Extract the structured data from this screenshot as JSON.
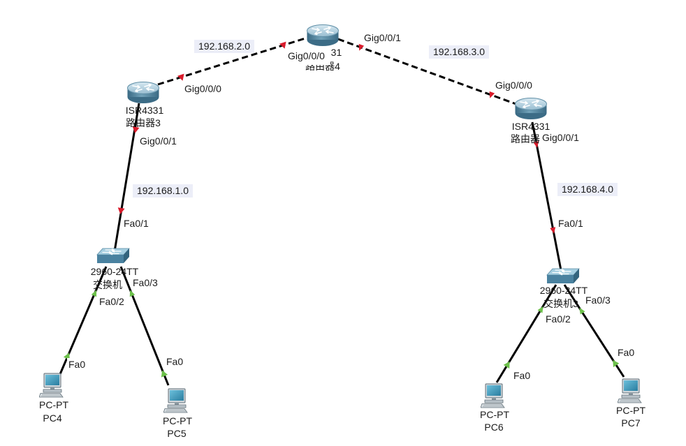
{
  "colors": {
    "canvas": "#ffffff",
    "cable": "#000000",
    "status_down": "#d91b2b",
    "status_up": "#6cc04a",
    "network_label_bg": "#eceef8",
    "network_label_highlight": "#e8141c"
  },
  "devices": [
    {
      "icon": "router-icon",
      "model": "ISR4331",
      "name": "路由器4"
    },
    {
      "icon": "router-icon",
      "model": "ISR4331",
      "name": "路由器3"
    },
    {
      "icon": "router-icon",
      "model": "ISR4331",
      "name": "路由器"
    },
    {
      "icon": "switch-icon",
      "model": "2960-24TT",
      "name": "交换机"
    },
    {
      "icon": "switch-icon",
      "model": "2960-24TT",
      "name": "交换机3"
    },
    {
      "icon": "pc-icon",
      "model": "PC-PT",
      "name": "PC4"
    },
    {
      "icon": "pc-icon",
      "model": "PC-PT",
      "name": "PC5"
    },
    {
      "icon": "pc-icon",
      "model": "PC-PT",
      "name": "PC6"
    },
    {
      "icon": "pc-icon",
      "model": "PC-PT",
      "name": "PC7"
    }
  ],
  "links": [
    {
      "network": "192.168.2.0",
      "port_a": "Gig0/0/0",
      "port_b": "Gig0/0/0"
    },
    {
      "network": "192.168.3.0",
      "port_a": "Gig0/0/1",
      "port_b": "Gig0/0/0"
    },
    {
      "network": "192.168.1.0",
      "port_a": "Gig0/0/1",
      "port_b": "Fa0/1"
    },
    {
      "network": "192.168.4.0",
      "port_a": "Gig0/0/1",
      "port_b": "Fa0/1"
    },
    {
      "port_a": "Fa0/2",
      "port_b": "Fa0"
    },
    {
      "port_a": "Fa0/3",
      "port_b": "Fa0"
    },
    {
      "port_a": "Fa0/2",
      "port_b": "Fa0"
    },
    {
      "port_a": "Fa0/3",
      "port_b": "Fa0"
    }
  ]
}
